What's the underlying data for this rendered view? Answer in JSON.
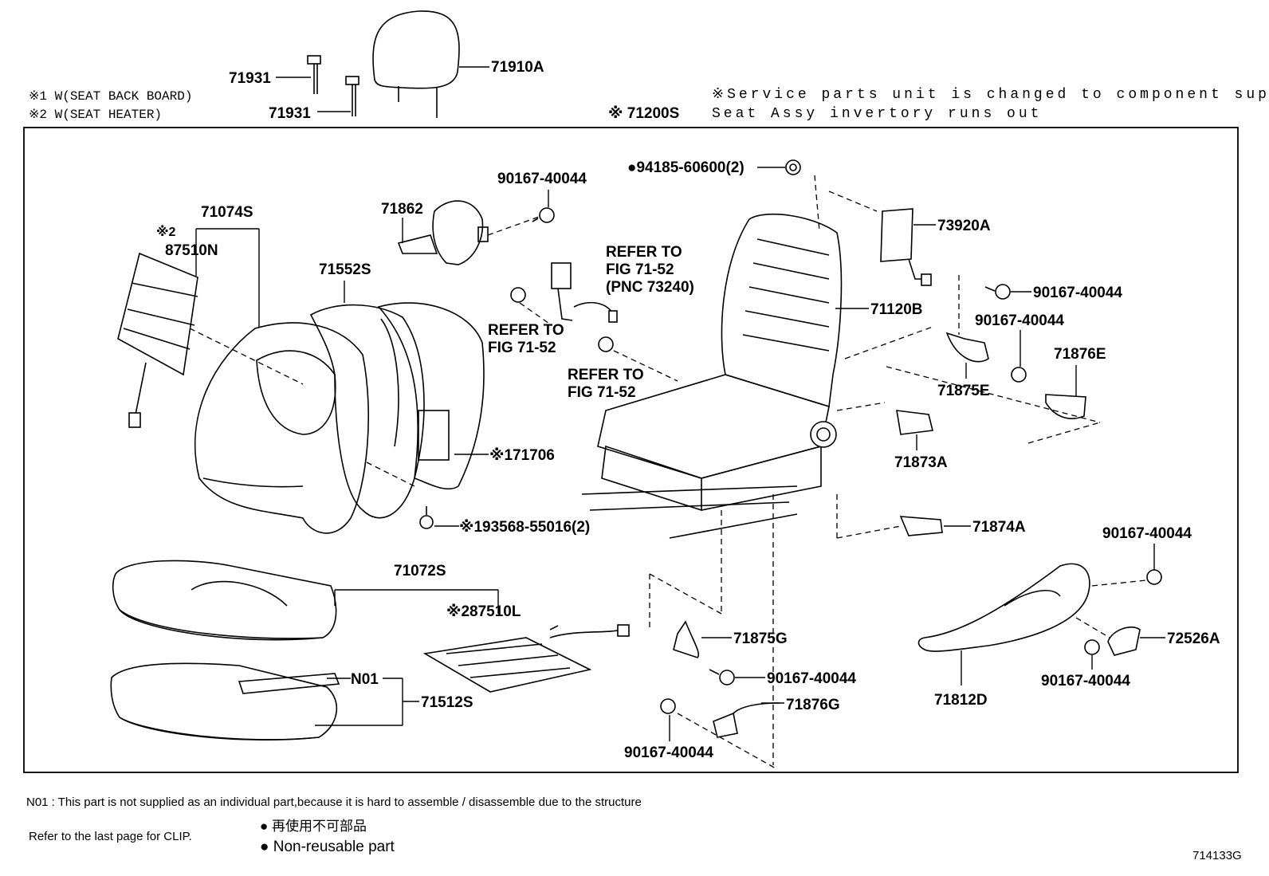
{
  "header": {
    "note1": "※1 W(SEAT BACK BOARD)",
    "note2": "※2 W(SEAT HEATER)",
    "service_line1": "※Service parts unit is changed to component sup",
    "service_line2": "Seat Assy invertory runs out"
  },
  "labels": {
    "p71931a": "71931",
    "p71931b": "71931",
    "p71910A": "71910A",
    "p71200S": "※ 71200S",
    "p94185": "●94185-60600(2)",
    "p90167a": "90167-40044",
    "p71862": "71862",
    "p71074S": "71074S",
    "p87510N_mark": "※2",
    "p87510N": "87510N",
    "p71552S": "71552S",
    "refer1_a": "REFER TO",
    "refer1_b": "FIG 71-52",
    "refer1_c": "(PNC 73240)",
    "refer2_a": "REFER TO",
    "refer2_b": "FIG 71-52",
    "refer3_a": "REFER TO",
    "refer3_b": "FIG 71-52",
    "p73920A": "73920A",
    "p90167b": "90167-40044",
    "p71120B": "71120B",
    "p90167c": "90167-40044",
    "p71876E": "71876E",
    "p71875E": "71875E",
    "p71873A": "71873A",
    "p71706": "※171706",
    "p93568": "※193568-55016(2)",
    "p71874A": "71874A",
    "p71072S": "71072S",
    "p87510L": "※287510L",
    "pN01": "N01",
    "p71512S": "71512S",
    "p71875G": "71875G",
    "p90167d": "90167-40044",
    "p90167e": "90167-40044",
    "p72526A": "72526A",
    "p90167f": "90167-40044",
    "p71812D": "71812D",
    "p71876G": "71876G",
    "p90167g": "90167-40044"
  },
  "footer": {
    "n01_note": "N01 : This part is not supplied as an individual part,because it is hard to assemble / disassemble  due to the structure",
    "clip_note": "Refer to the last page for CLIP.",
    "legend_jp": "● 再使用不可部品",
    "legend_en": "● Non-reusable part",
    "figure_id": "714133G"
  }
}
